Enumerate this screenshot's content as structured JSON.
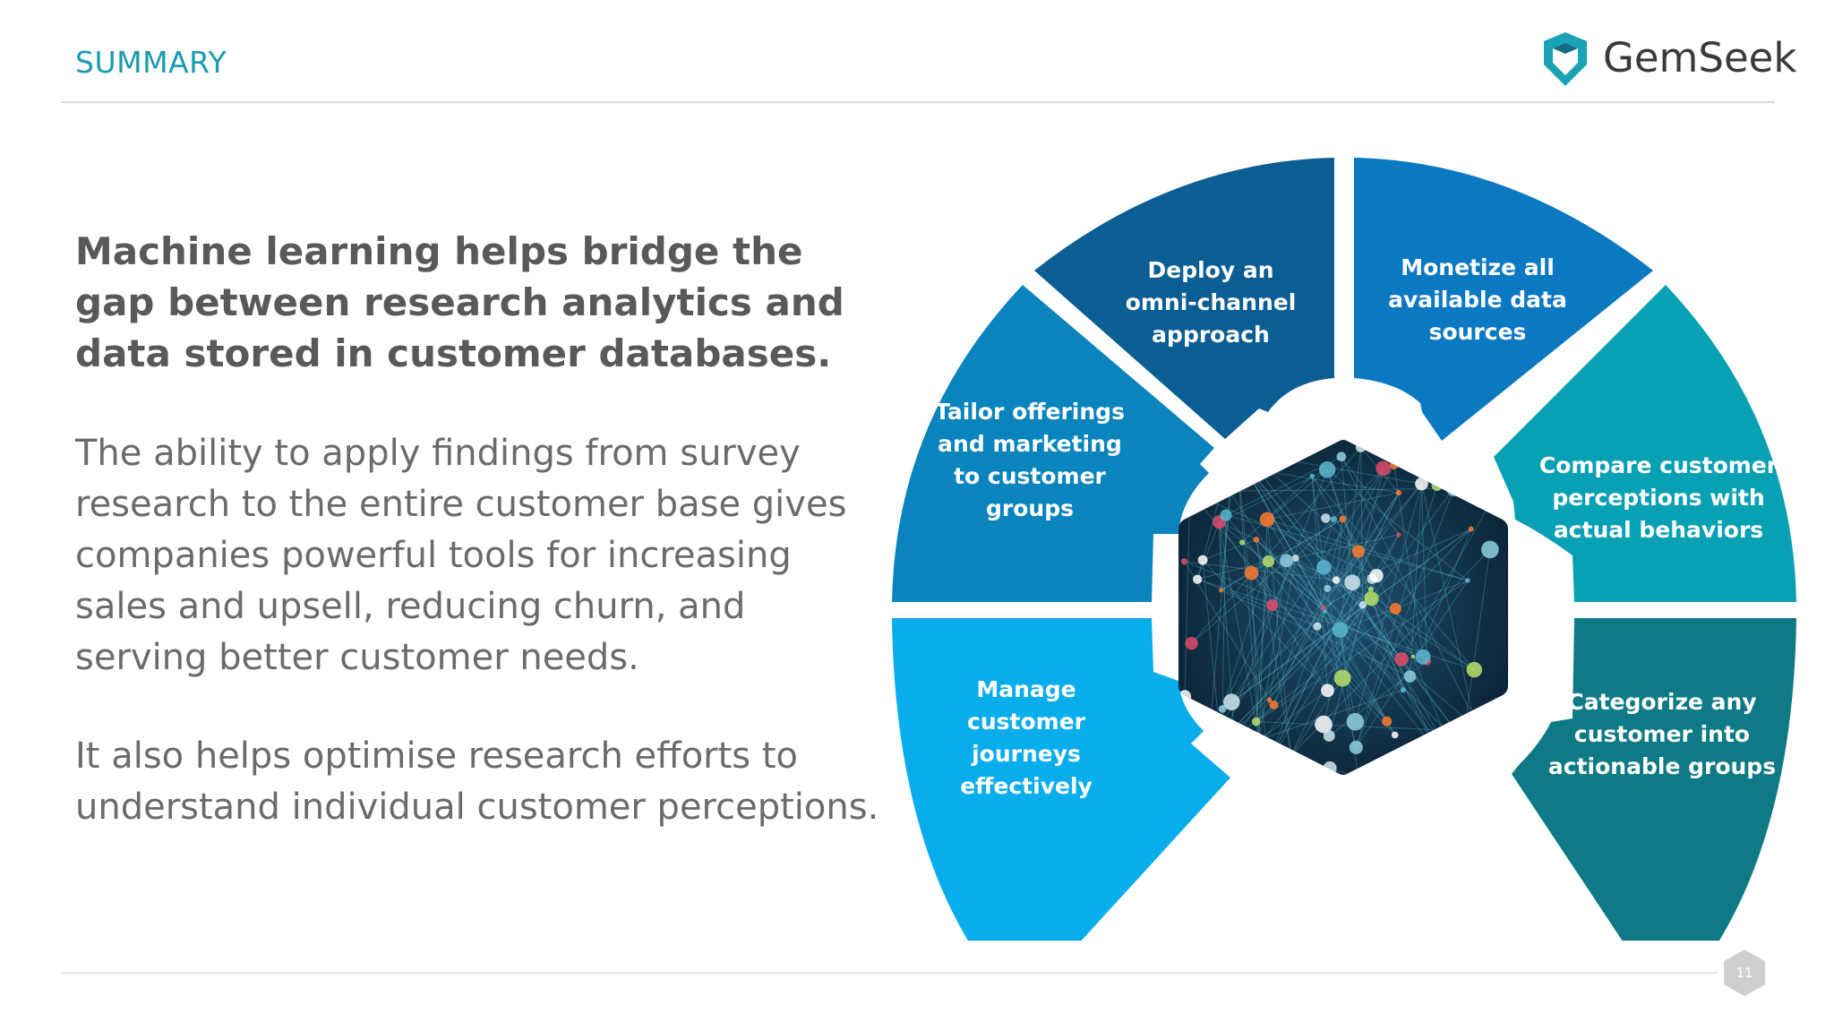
{
  "header": {
    "title": "SUMMARY",
    "brand": "GemSeek"
  },
  "content": {
    "lead": "Machine learning helps bridge the gap between research analytics and data stored in customer databases.",
    "paragraph_1": "The ability to apply findings from survey research to the entire customer base gives companies powerful tools for increasing sales and upsell, reducing churn, and serving better customer needs.",
    "paragraph_2": "It also helps optimise research efforts to understand individual customer perceptions."
  },
  "diagram": {
    "segments": [
      {
        "lines": [
          "Deploy an",
          "omni-channel",
          "approach"
        ],
        "color": "#0b5e93"
      },
      {
        "lines": [
          "Monetize all",
          "available data",
          "sources"
        ],
        "color": "#0b78c2"
      },
      {
        "lines": [
          "Tailor offerings",
          "and marketing",
          "to customer",
          "groups"
        ],
        "color": "#0a84bd"
      },
      {
        "lines": [
          "Compare customer",
          "perceptions with",
          "actual behaviors"
        ],
        "color": "#08a0b3"
      },
      {
        "lines": [
          "Manage",
          "customer",
          "journeys",
          "effectively"
        ],
        "color": "#0aadec"
      },
      {
        "lines": [
          "Categorize any",
          "customer into",
          "actionable groups"
        ],
        "color": "#0d7a85"
      }
    ],
    "center_image": "network-graph-image"
  },
  "footer": {
    "page_number": "11"
  }
}
